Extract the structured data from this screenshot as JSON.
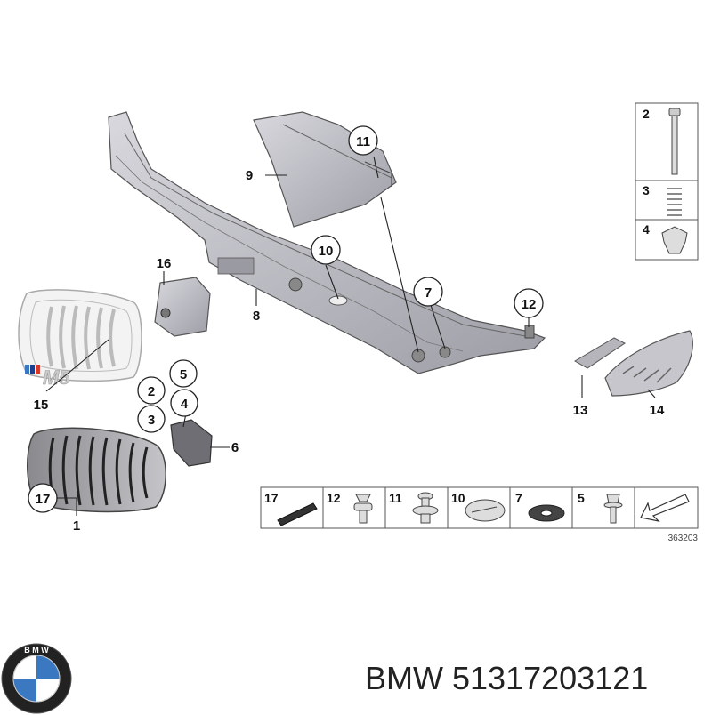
{
  "diagram": {
    "callouts": {
      "c1": "1",
      "c2": "2",
      "c3": "3",
      "c4": "4",
      "c5": "5",
      "c6": "6",
      "c7": "7",
      "c8": "8",
      "c9": "9",
      "c10": "10",
      "c11": "11",
      "c12": "12",
      "c13": "13",
      "c14": "14",
      "c15": "15",
      "c16": "16",
      "c17": "17"
    },
    "right_legend": [
      "2",
      "3",
      "4"
    ],
    "bottom_legend": [
      "17",
      "12",
      "11",
      "10",
      "7",
      "5"
    ],
    "diagram_number": "363203",
    "emblem_text": "M5"
  },
  "logo": {
    "letters": "B M W",
    "colors": {
      "blue": "#3a78c2",
      "white": "#ffffff",
      "ring": "#111111"
    }
  },
  "caption": {
    "brand": "BMW",
    "part_number": "51317203121"
  }
}
